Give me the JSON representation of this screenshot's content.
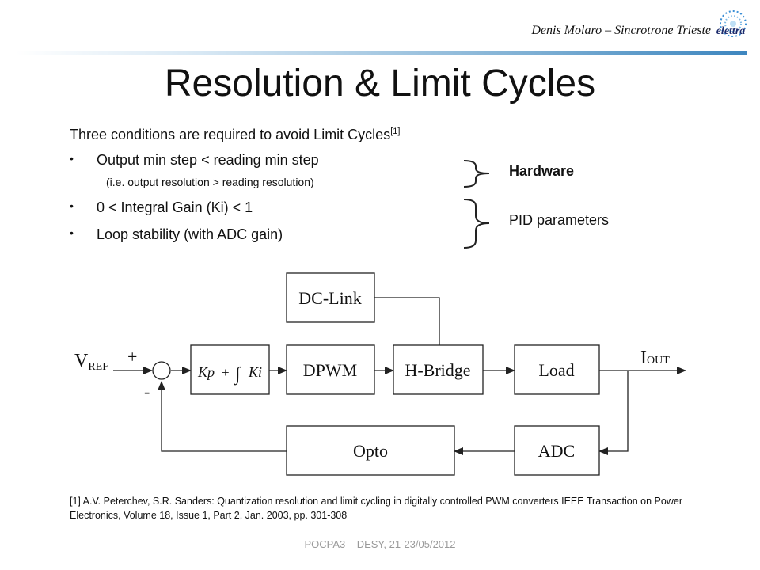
{
  "header": {
    "author": "Denis Molaro – Sincrotrone Trieste",
    "logo_text": "elettra"
  },
  "title": "Resolution & Limit Cycles",
  "intro": {
    "text": "Three conditions are required to avoid Limit Cycles",
    "ref_mark": "[1]"
  },
  "bullets": [
    {
      "text": "Output min step < reading min step",
      "note": "(i.e. output resolution > reading resolution)"
    },
    {
      "text": "0 < Integral Gain (Ki) < 1"
    },
    {
      "text": "Loop stability (with ADC gain)"
    }
  ],
  "groups": {
    "hardware": "Hardware",
    "pid": "PID parameters"
  },
  "diagram": {
    "vref_main": "V",
    "vref_sub": "REF",
    "iout_main": "I",
    "iout_sub": "OUT",
    "plus": "+",
    "minus": "-",
    "pid_formula": {
      "kp": "Kp",
      "plus": "+",
      "integral": "∫",
      "ki": "Ki"
    },
    "blocks": {
      "dclink": "DC-Link",
      "dpwm": "DPWM",
      "hbridge": "H-Bridge",
      "load": "Load",
      "opto": "Opto",
      "adc": "ADC"
    }
  },
  "reference": "[1] A.V. Peterchev, S.R. Sanders: Quantization resolution and limit cycling in digitally controlled PWM converters IEEE Transaction on Power Electronics, Volume 18, Issue 1, Part 2, Jan. 2003, pp. 301-308",
  "footer": "POCPA3 – DESY, 21-23/05/2012"
}
